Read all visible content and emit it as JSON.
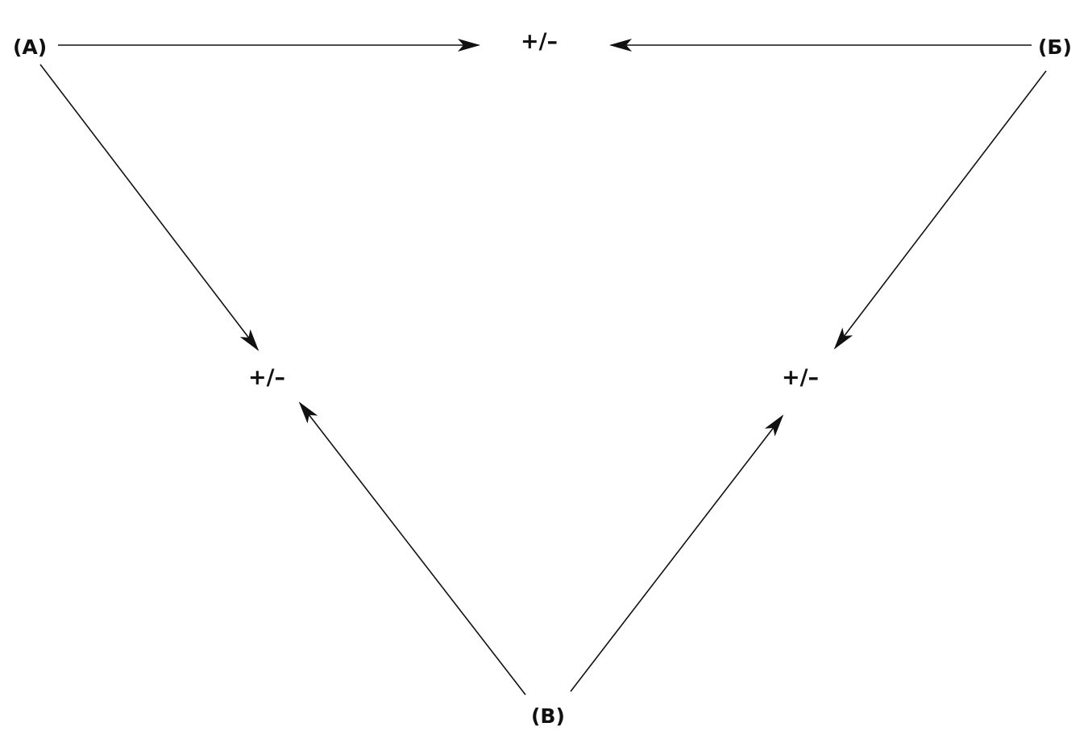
{
  "nodes": {
    "a": "(А)",
    "b": "(Б)",
    "v": "(В)"
  },
  "relations": {
    "a_b": "+/–",
    "a_v": "+/–",
    "b_v": "+/–"
  },
  "colors": {
    "ink": "#111111",
    "background": "#ffffff"
  }
}
